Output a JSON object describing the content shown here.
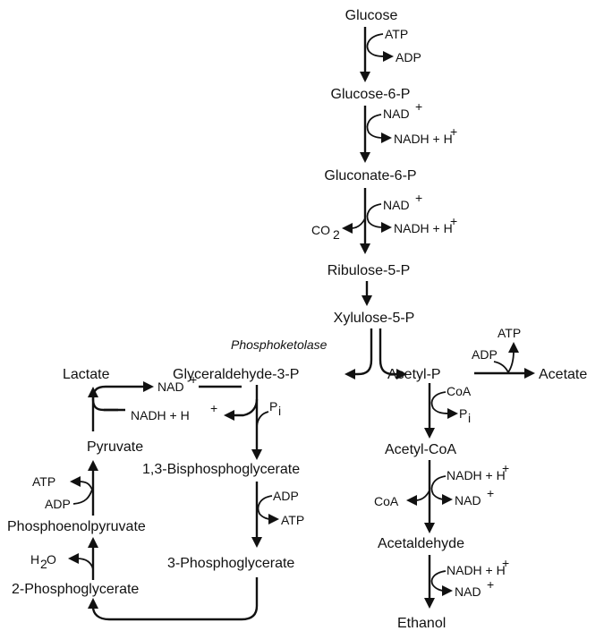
{
  "pathway": {
    "glucose": "Glucose",
    "glucose_6p": "Glucose-6-P",
    "gluconate_6p": "Gluconate-6-P",
    "ribulose_5p": "Ribulose-5-P",
    "xylulose_5p": "Xylulose-5-P",
    "enzyme": "Phosphoketolase",
    "glyceraldehyde_3p": "Glyceraldehyde-3-P",
    "acetyl_p": "Acetyl-P",
    "acetate": "Acetate",
    "lactate": "Lactate",
    "pyruvate": "Pyruvate",
    "bisphosphoglycerate": "1,3-Bisphosphoglycerate",
    "phosphoenolpyruvate": "Phosphoenolpyruvate",
    "phosphoglycerate_3": "3-Phosphoglycerate",
    "phosphoglycerate_2": "2-Phosphoglycerate",
    "acetyl_coa": "Acetyl-CoA",
    "acetaldehyde": "Acetaldehyde",
    "ethanol": "Ethanol"
  },
  "cofactors": {
    "atp": "ATP",
    "adp": "ADP",
    "nad": "NAD",
    "nadh": "NADH + H",
    "plus": "+",
    "co": "CO",
    "two": "2",
    "p": "P",
    "i": "i",
    "coa": "CoA",
    "h": "H",
    "o": "O"
  }
}
